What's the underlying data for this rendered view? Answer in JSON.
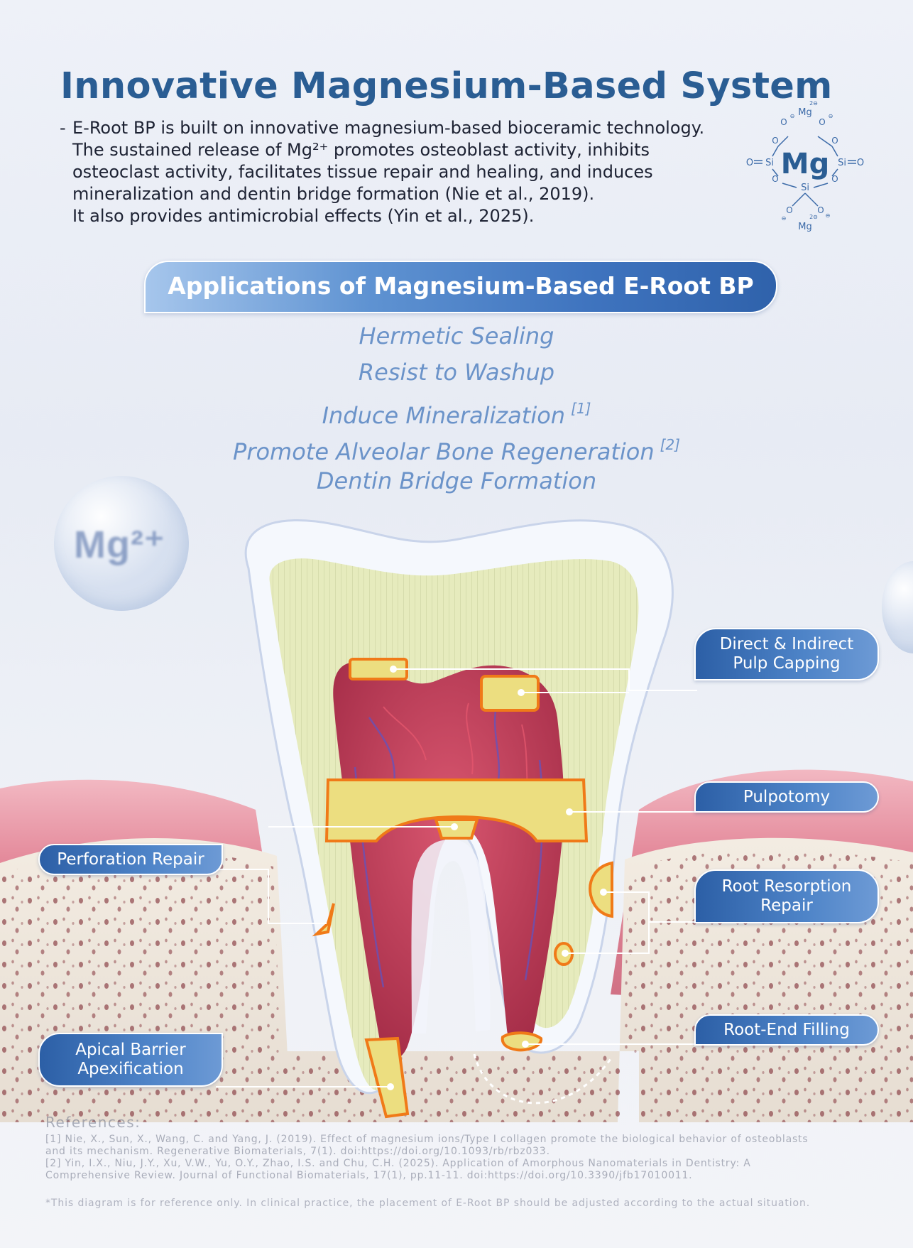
{
  "header": {
    "title": "Innovative Magnesium-Based System",
    "intro_dash": "-",
    "intro_lines": [
      "E-Root BP is built on innovative magnesium-based bioceramic technology.",
      "The sustained release of Mg²⁺ promotes osteoblast activity, inhibits",
      "osteoclast activity, facilitates tissue repair and healing, and induces",
      "mineralization and dentin bridge formation  (Nie et al., 2019).",
      "It also provides antimicrobial effects  (Yin et al., 2025)."
    ]
  },
  "molecule": {
    "center": "Mg",
    "top": "Mg",
    "bottom": "Mg",
    "top_charge": "2⊖",
    "bottom_charge": "2⊖",
    "si": "Si",
    "o": "O",
    "minus": "⊖"
  },
  "bubble_label": "Mg²⁺",
  "applications": {
    "banner": "Applications of Magnesium-Based E-Root BP",
    "items": [
      {
        "text": "Hermetic Sealing",
        "ref": ""
      },
      {
        "text": "Resist to Washup",
        "ref": ""
      },
      {
        "text": "Induce Mineralization",
        "ref": "[1]"
      },
      {
        "text": "Promote Alveolar Bone Regeneration",
        "ref": "[2]"
      },
      {
        "text": "Dentin Bridge Formation",
        "ref": ""
      }
    ]
  },
  "labels": {
    "pulp_capping": [
      "Direct & Indirect",
      "Pulp Capping"
    ],
    "pulpotomy": "Pulpotomy",
    "perforation": "Perforation Repair",
    "root_resorption": [
      "Root Resorption",
      "Repair"
    ],
    "root_end": "Root-End Filling",
    "apical": [
      "Apical Barrier",
      "Apexification"
    ]
  },
  "references": {
    "heading": "References:",
    "items": [
      "[1] Nie, X., Sun, X., Wang, C. and Yang, J. (2019). Effect of magnesium ions/Type I collagen promote the biological behavior of osteoblasts",
      "and its mechanism. Regenerative Biomaterials, 7(1). doi:https://doi.org/10.1093/rb/rbz033.",
      "[2] Yin, I.X., Niu, J.Y., Xu, V.W., Yu, O.Y., Zhao, I.S. and Chu, C.H. (2025). Application of Amorphous Nanomaterials in Dentistry: A",
      "Comprehensive Review. Journal of Functional Biomaterials, 17(1), pp.11-11. doi:https://doi.org/10.3390/jfb17010011."
    ],
    "disclaimer": "*This diagram is for reference only. In clinical practice, the placement of E-Root BP should be adjusted according to the actual situation."
  },
  "colors": {
    "title": "#2a5d93",
    "banner_dark": "#2f62ab",
    "banner_light": "#a6c6ec",
    "application_text": "#6b93c9",
    "material_fill": "#ecde80",
    "material_stroke": "#f07a18",
    "gum": "#e79aa8",
    "pulp": "#c13d57",
    "enamel": "#f4f7fd",
    "dentin": "#dfe6b8"
  }
}
